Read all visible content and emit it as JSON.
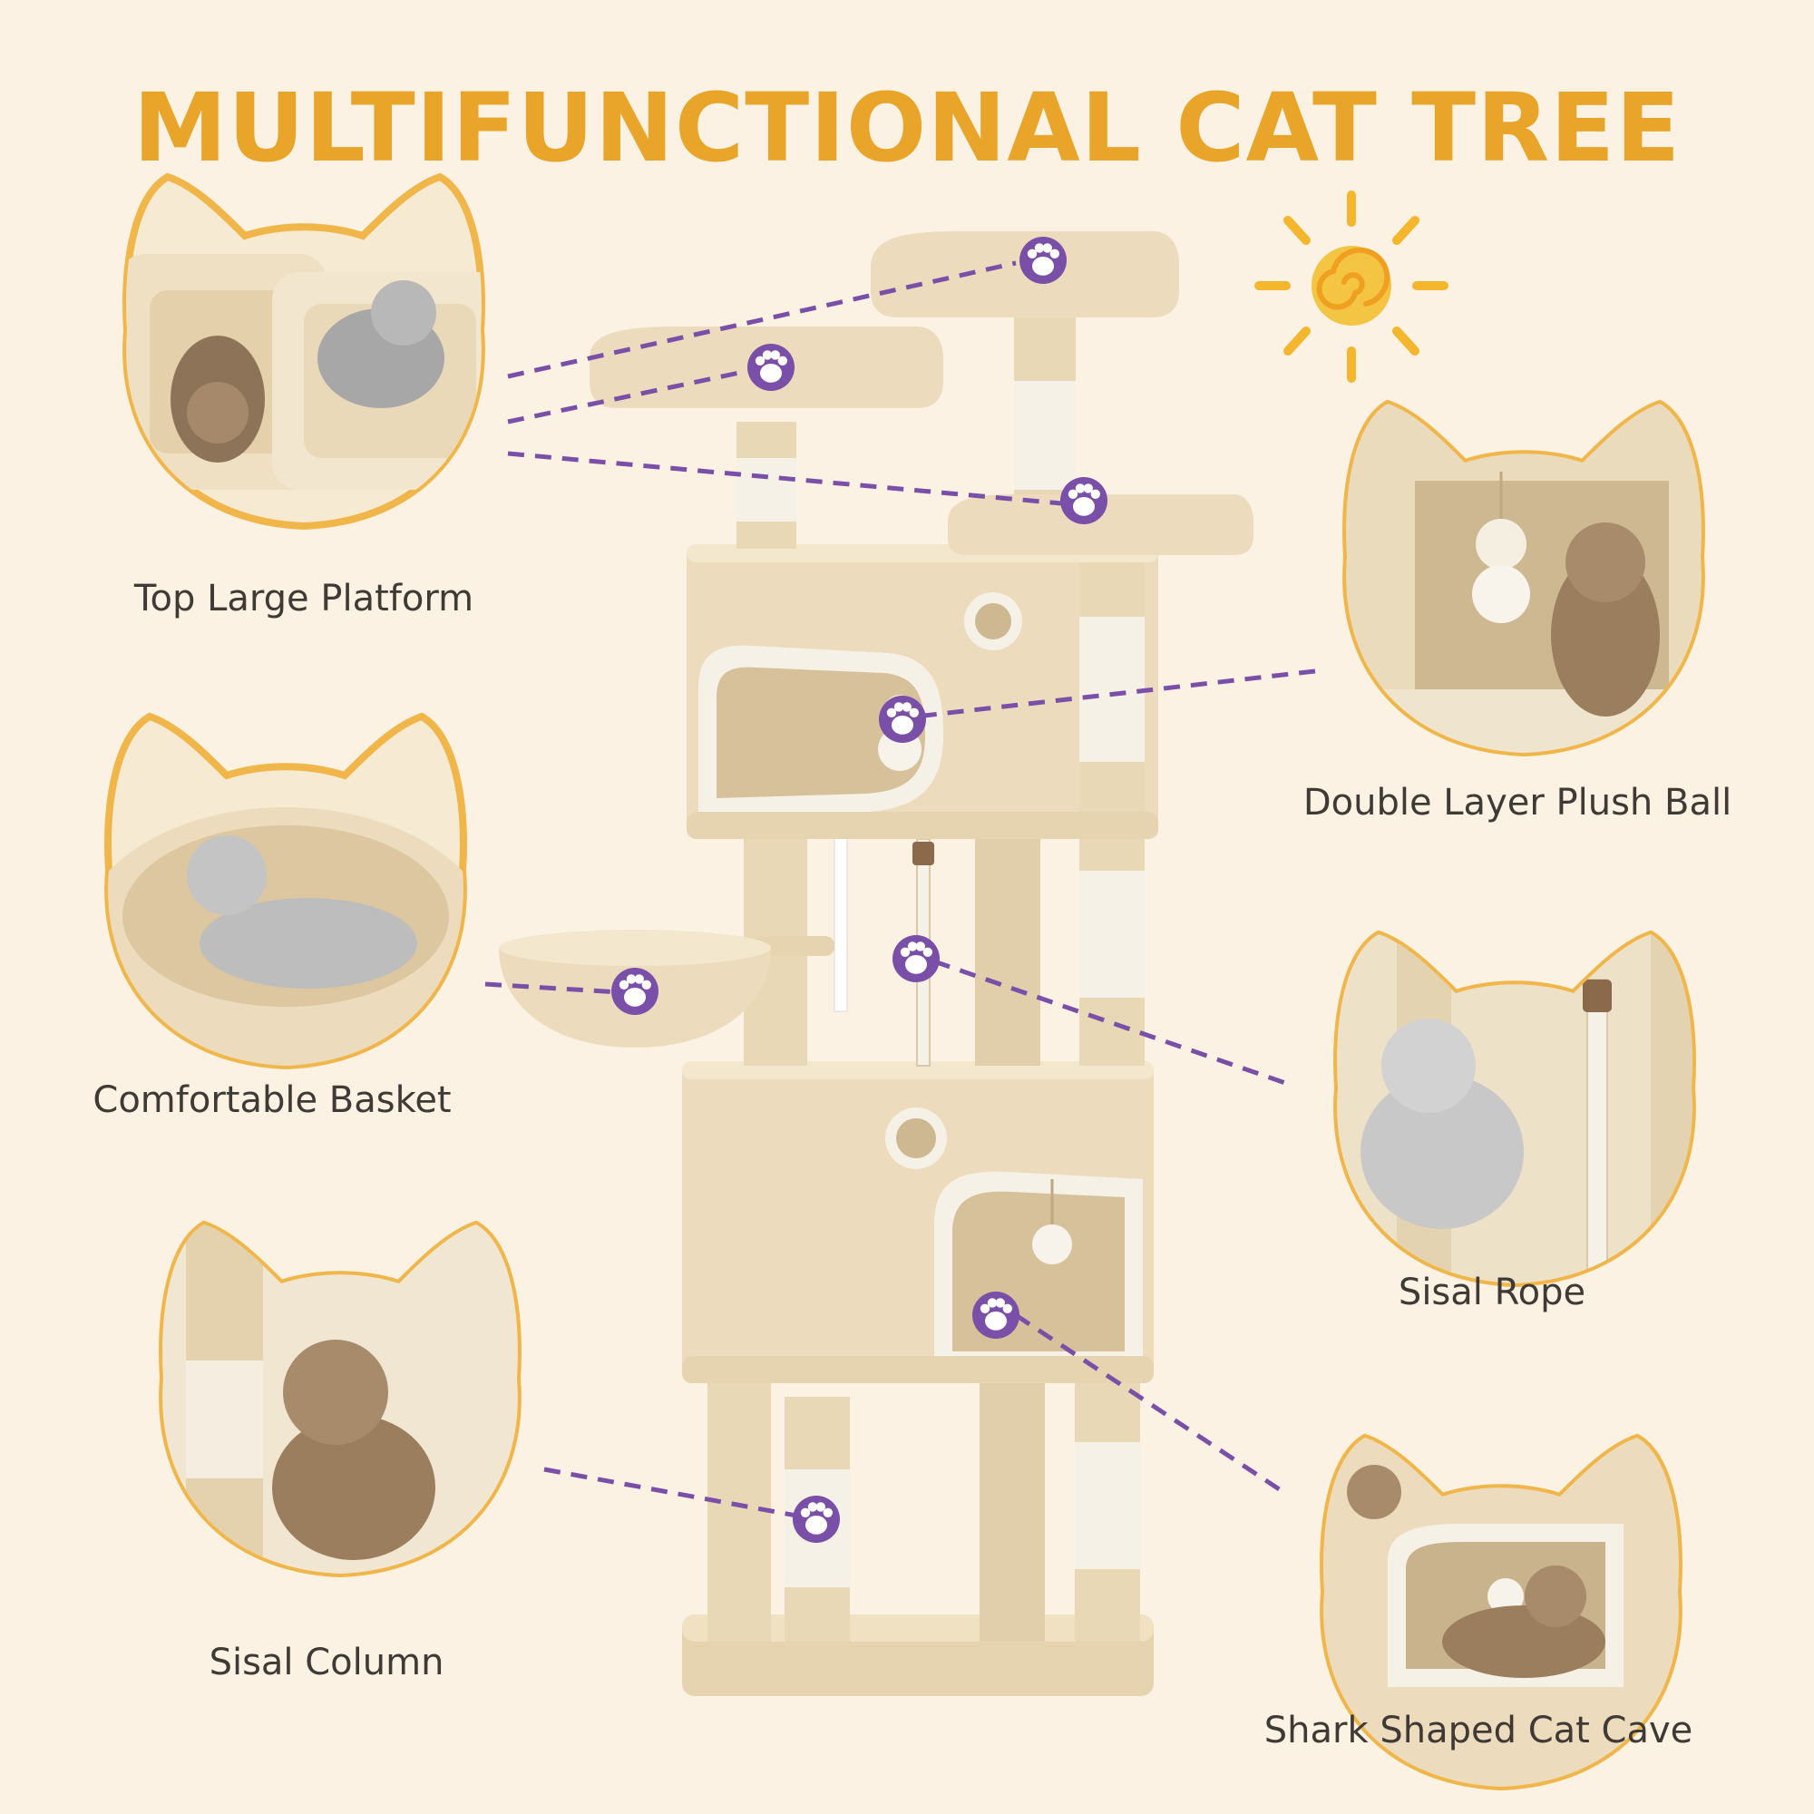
{
  "title": "MULTIFUNCTIONAL CAT TREE",
  "features": [
    {
      "label": "Top Large Platform",
      "icon": "cat-head-photo-platform"
    },
    {
      "label": "Double Layer Plush Ball",
      "icon": "cat-head-photo-plush-ball"
    },
    {
      "label": "Comfortable Basket",
      "icon": "cat-head-photo-basket"
    },
    {
      "label": "Sisal Rope",
      "icon": "cat-head-photo-rope"
    },
    {
      "label": "Sisal Column",
      "icon": "cat-head-photo-column"
    },
    {
      "label": "Shark Shaped Cat Cave",
      "icon": "cat-head-photo-cave"
    }
  ],
  "colors": {
    "background": "#fbf2e4",
    "title": "#e8a52a",
    "frame": "#f0b64a",
    "connector": "#7a4fa8",
    "paw": "#7a4fa8",
    "plush": "#ecdcbd",
    "sisal": "#f6f1e6",
    "sun": "#f4b62c"
  }
}
